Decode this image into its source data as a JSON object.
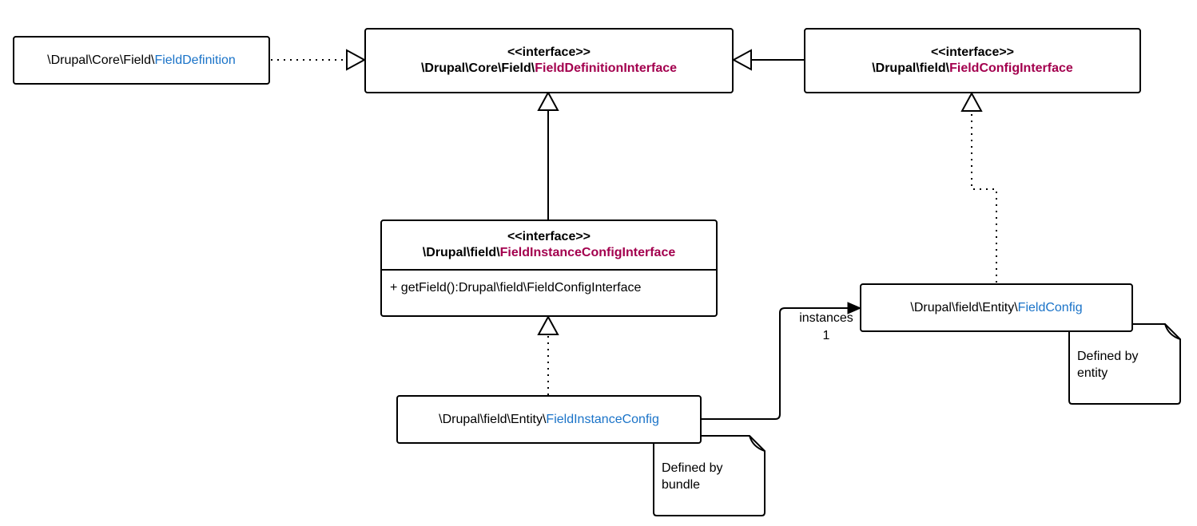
{
  "nodes": {
    "field_definition": {
      "prefix": "\\Drupal\\Core\\Field\\",
      "name": "FieldDefinition"
    },
    "field_definition_interface": {
      "stereotype": "<<interface>>",
      "prefix": "\\Drupal\\Core\\Field\\",
      "name": "FieldDefinitionInterface"
    },
    "field_config_interface": {
      "stereotype": "<<interface>>",
      "prefix": "\\Drupal\\field\\",
      "name": "FieldConfigInterface"
    },
    "field_instance_config_interface": {
      "stereotype": "<<interface>>",
      "prefix": "\\Drupal\\field\\",
      "name": "FieldInstanceConfigInterface",
      "method": "+ getField():Drupal\\field\\FieldConfigInterface"
    },
    "field_config": {
      "prefix": "\\Drupal\\field\\Entity\\",
      "name": "FieldConfig"
    },
    "field_instance_config": {
      "prefix": "\\Drupal\\field\\Entity\\",
      "name": "FieldInstanceConfig"
    }
  },
  "notes": {
    "entity": [
      "Defined by",
      "entity"
    ],
    "bundle": [
      "Defined by",
      "bundle"
    ]
  },
  "association": {
    "role": "instances",
    "multiplicity": "1"
  },
  "colors": {
    "class_name": "#1a73c8",
    "interface_name": "#a3004e",
    "line": "#000000"
  }
}
